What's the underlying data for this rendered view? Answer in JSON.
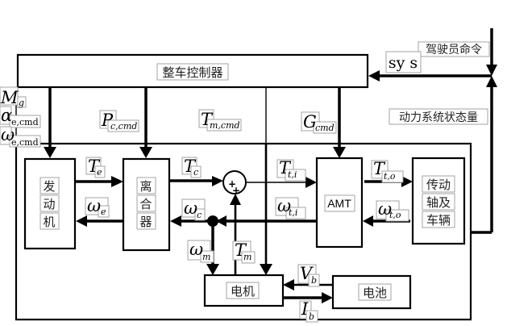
{
  "blocks": {
    "vcu": "整车控制器",
    "engine": [
      "发",
      "动",
      "机"
    ],
    "clutch": [
      "离",
      "合",
      "器"
    ],
    "amt": "AMT",
    "driveline": [
      "传动",
      "轴及",
      "车辆"
    ],
    "motor": "电机",
    "battery": "电池"
  },
  "inputs": {
    "driver_cmd": "驾驶员命令",
    "sys": "sy s",
    "powertrain_state": "动力系统状态量"
  },
  "signals": {
    "M_g": {
      "sym": "M",
      "sub": "g"
    },
    "alpha_ecmd": {
      "sym": "α",
      "sub": "e,cmd"
    },
    "omega_ecmd": {
      "sym": "ω",
      "sub": "e,cmd"
    },
    "P_ccmd": {
      "sym": "P",
      "sub": "c,cmd"
    },
    "T_mcmd": {
      "sym": "T",
      "sub": "m,cmd"
    },
    "G_cmd": {
      "sym": "G",
      "sub": "cmd"
    },
    "T_e": {
      "sym": "T",
      "sub": "e"
    },
    "omega_e": {
      "sym": "ω",
      "sub": "e"
    },
    "T_c": {
      "sym": "T",
      "sub": "c"
    },
    "omega_c": {
      "sym": "ω",
      "sub": "c"
    },
    "T_ti": {
      "sym": "T",
      "sub": "t,i"
    },
    "omega_ti": {
      "sym": "ω",
      "sub": "t,i"
    },
    "T_to": {
      "sym": "T",
      "sub": "t,o"
    },
    "omega_to": {
      "sym": "ω",
      "sub": "t,o"
    },
    "omega_m": {
      "sym": "ω",
      "sub": "m"
    },
    "T_m": {
      "sym": "T",
      "sub": "m"
    },
    "V_b": {
      "sym": "V",
      "sub": "b"
    },
    "I_b": {
      "sym": "I",
      "sub": "b"
    }
  },
  "summing_junction": {
    "signs": [
      "+",
      "+"
    ]
  }
}
